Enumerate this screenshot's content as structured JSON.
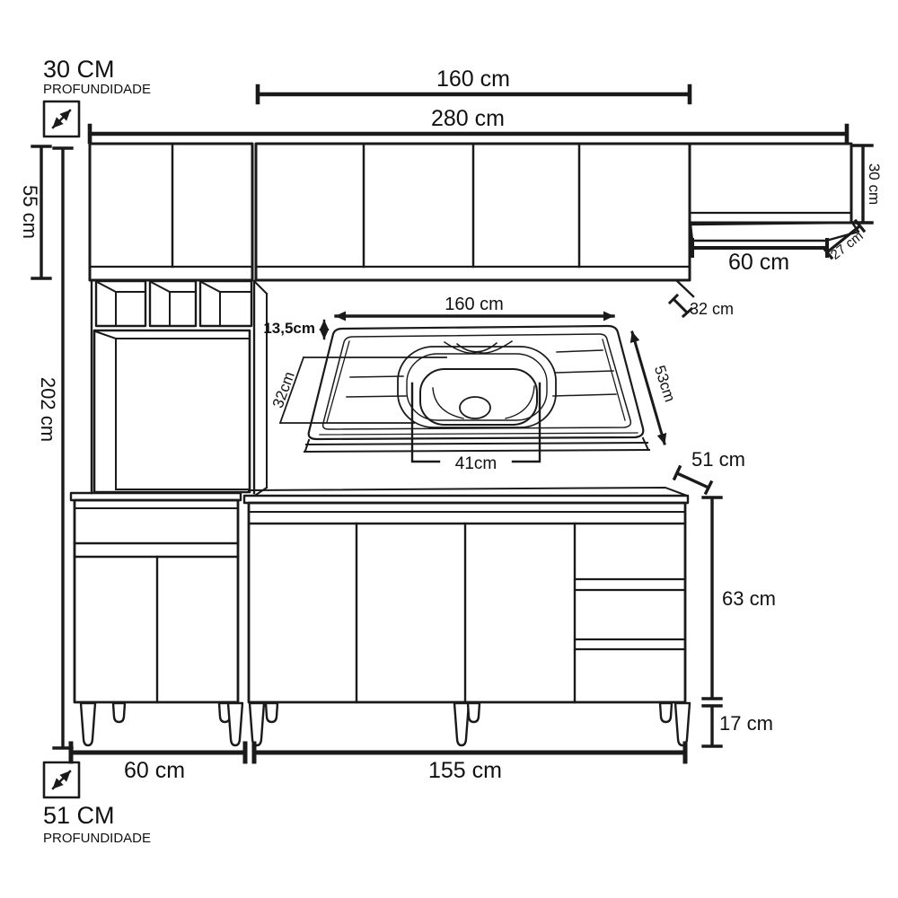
{
  "callouts": {
    "top": {
      "value": "30 CM",
      "label": "PROFUNDIDADE"
    },
    "bottom": {
      "value": "51 CM",
      "label": "PROFUNDIDADE"
    }
  },
  "dims": {
    "upper_run": "160 cm",
    "total_width": "280 cm",
    "upper_height": "55 cm",
    "total_height": "202 cm",
    "corner_height": "30 cm",
    "corner_depth": "27 cm",
    "corner_width": "60 cm",
    "upper_depth": "32 cm",
    "counter_depth": "51 cm",
    "base_height": "63 cm",
    "leg_height": "17 cm",
    "left_base_width": "60 cm",
    "sink_base_width": "155 cm"
  },
  "sink": {
    "width": "160 cm",
    "back_ledge": "13,5cm",
    "bowl_depth": "32cm",
    "top_depth": "53cm",
    "bowl_width": "41cm"
  },
  "colors": {
    "line": "#1a1a1a",
    "background": "#ffffff"
  }
}
